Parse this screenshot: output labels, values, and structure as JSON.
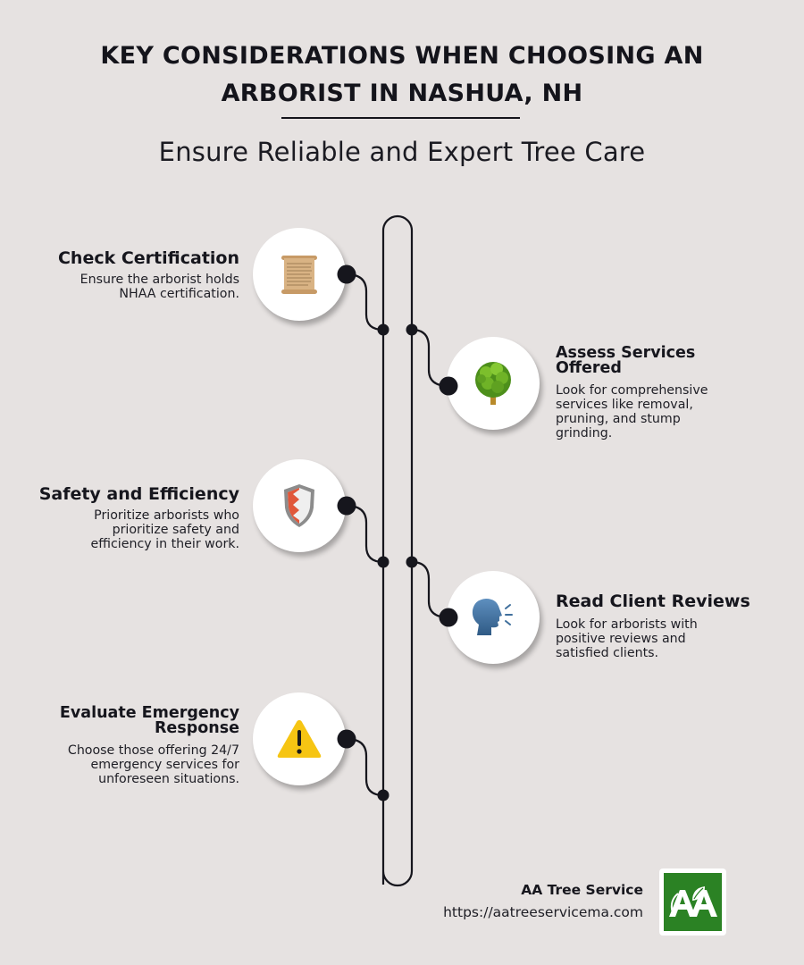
{
  "header": {
    "title_line1": "KEY CONSIDERATIONS WHEN CHOOSING AN",
    "title_line2": "ARBORIST IN NASHUA, NH",
    "subtitle": "Ensure Reliable and Expert Tree Care"
  },
  "items": [
    {
      "side": "left",
      "icon": "scroll-icon",
      "title": "Check Certification",
      "description_lines": [
        "Ensure the arborist holds",
        "NHAA certification."
      ]
    },
    {
      "side": "right",
      "icon": "tree-icon",
      "title_lines": [
        "Assess Services",
        "Offered"
      ],
      "description_lines": [
        "Look for comprehensive",
        "services like removal,",
        "pruning, and stump",
        "grinding."
      ]
    },
    {
      "side": "left",
      "icon": "shield-icon",
      "title": "Safety and Efficiency",
      "description_lines": [
        "Prioritize arborists who",
        "prioritize safety and",
        "efficiency in their work."
      ]
    },
    {
      "side": "right",
      "icon": "speaking-head-icon",
      "title": "Read Client Reviews",
      "description_lines": [
        "Look for arborists with",
        "positive reviews and",
        "satisfied clients."
      ]
    },
    {
      "side": "left",
      "icon": "warning-icon",
      "title_lines": [
        "Evaluate Emergency",
        "Response"
      ],
      "description_lines": [
        "Choose those offering 24/7",
        "emergency services for",
        "unforeseen situations."
      ]
    }
  ],
  "footer": {
    "company": "AA Tree Service",
    "url": "https://aatreeservicema.com",
    "logo_text": "AA"
  },
  "colors": {
    "background": "#e6e2e1",
    "ink": "#16161d",
    "logo_green": "#2b8224",
    "warning_yellow": "#f6c513",
    "shield_red": "#e0573a",
    "speaker_blue": "#3f6f9c",
    "tree_green": "#5a9e22"
  }
}
